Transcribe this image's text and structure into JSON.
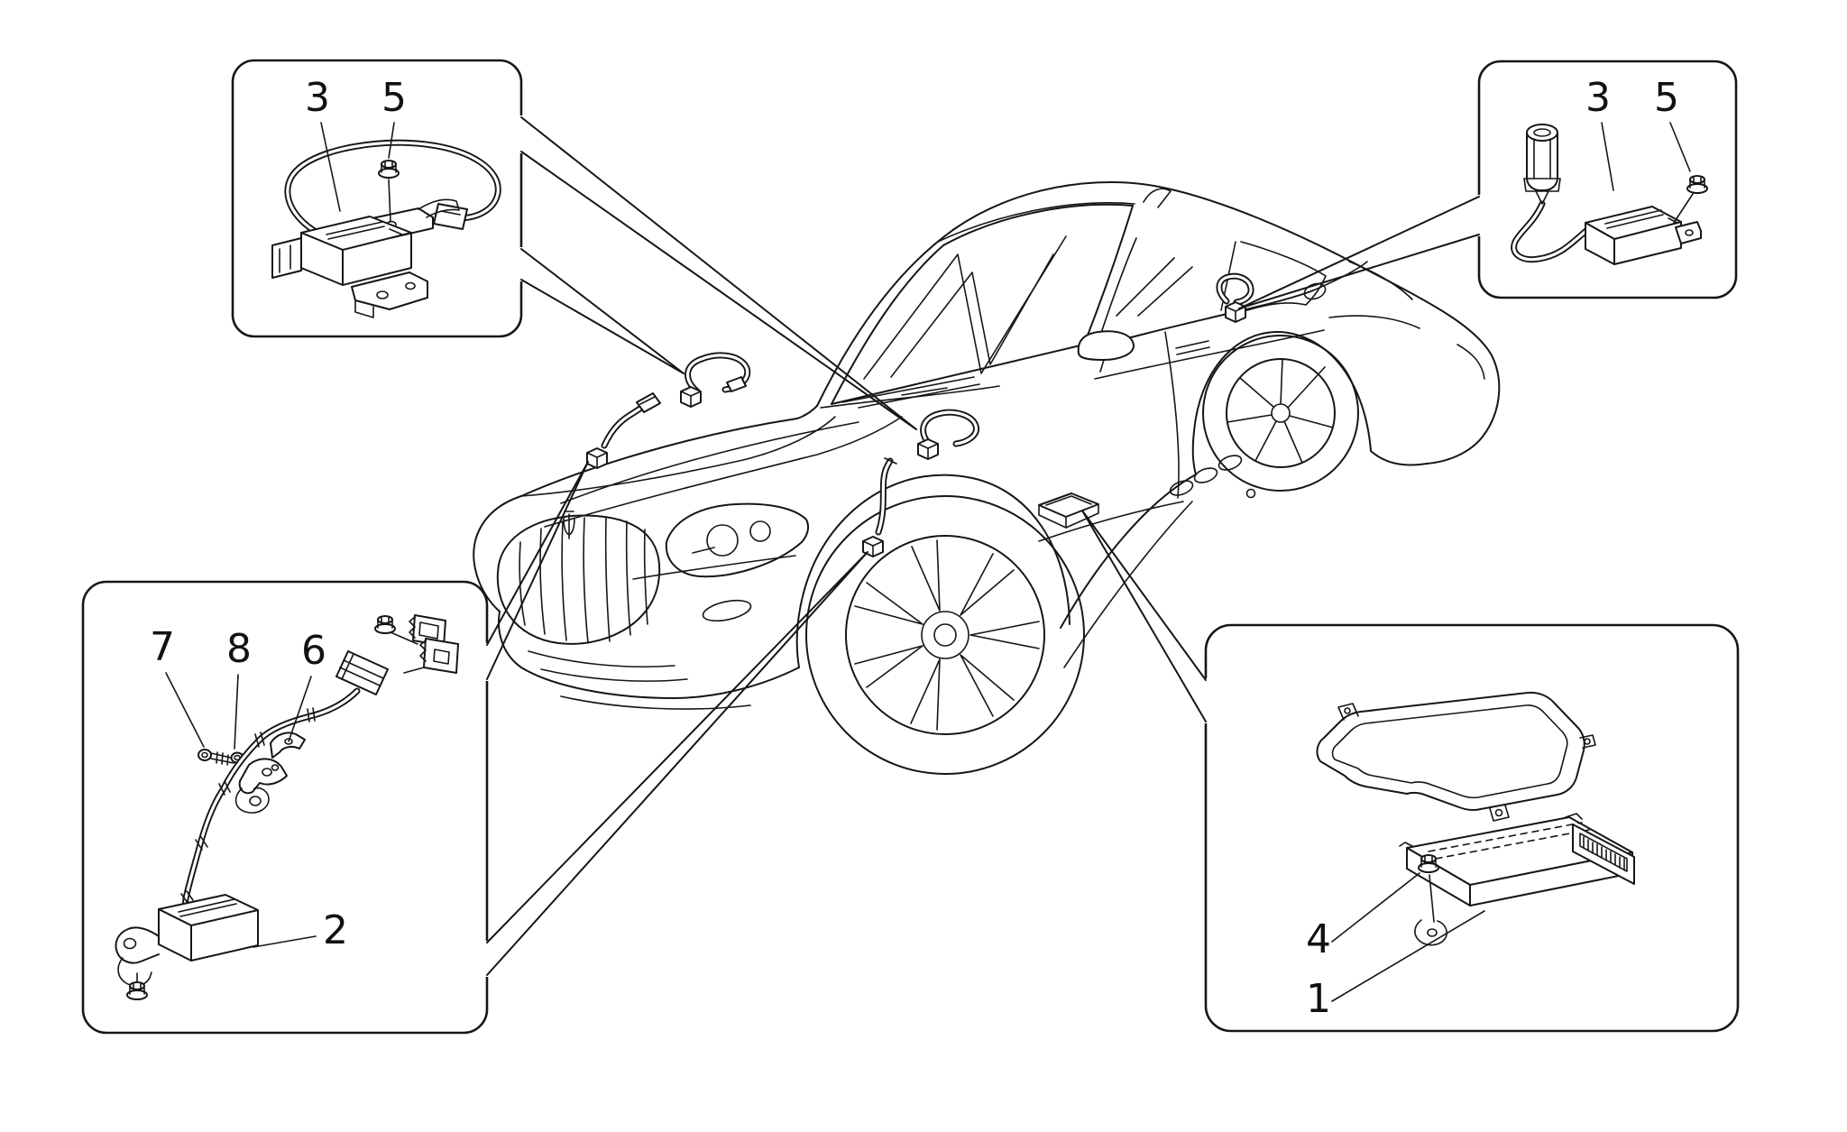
{
  "figure": {
    "kind": "vehicle parts diagram",
    "subject": "coupe electronic control systems sensor locations",
    "background_color": "#ffffff",
    "line_color": "#161616"
  },
  "detail_boxes": {
    "top_left": {
      "callouts": [
        {
          "label": "3"
        },
        {
          "label": "5"
        }
      ]
    },
    "top_right": {
      "callouts": [
        {
          "label": "3"
        },
        {
          "label": "5"
        }
      ]
    },
    "bottom_left": {
      "callouts": [
        {
          "label": "7"
        },
        {
          "label": "8"
        },
        {
          "label": "6"
        },
        {
          "label": "2"
        }
      ]
    },
    "bottom_right": {
      "callouts": [
        {
          "label": "4"
        },
        {
          "label": "1"
        }
      ]
    }
  }
}
